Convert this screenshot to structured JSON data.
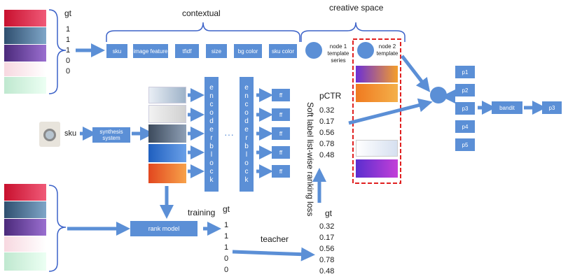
{
  "top_left": {
    "gt_label": "gt",
    "gt_values": [
      "1",
      "1",
      "1",
      "0",
      "0"
    ]
  },
  "contextual": {
    "title": "contextual",
    "features": [
      "sku",
      "image feature",
      "tfidf",
      "size",
      "bg color",
      "sku color"
    ]
  },
  "creative_space": {
    "title": "creative space",
    "node1": "node 1 template series",
    "node2": "node 2 template"
  },
  "encoder1_letters": [
    "e",
    "n",
    "c",
    "o",
    "d",
    "e",
    "r",
    "b",
    "l",
    "o",
    "c",
    "k"
  ],
  "encoder2_letters": [
    "e",
    "n",
    "c",
    "o",
    "d",
    "e",
    "r",
    "b",
    "l",
    "o",
    "c",
    "k"
  ],
  "ellipsis": "···",
  "ff_label": "ff",
  "pctr": {
    "title": "pCTR",
    "values": [
      "0.32",
      "0.17",
      "0.56",
      "0.78",
      "0.48"
    ]
  },
  "loss_label": "Soft label list-wise ranking loss",
  "left_sku": {
    "label": "sku",
    "synthesis": "synthesis system"
  },
  "rank_model": "rank model",
  "training": "training",
  "training_gt": {
    "label": "gt",
    "values": [
      "1",
      "1",
      "1",
      "0",
      "0"
    ]
  },
  "teacher": "teacher",
  "bottom_gt": {
    "label": "gt",
    "values": [
      "0.32",
      "0.17",
      "0.56",
      "0.78",
      "0.48"
    ]
  },
  "bandit": {
    "arms": [
      "p1",
      "p2",
      "p3",
      "p4",
      "p5"
    ],
    "label": "bandit",
    "output": "p3"
  },
  "colors": {
    "accent": "#5b8fd6",
    "dashed_box": "#e02020",
    "bracket": "#3c62c8"
  }
}
